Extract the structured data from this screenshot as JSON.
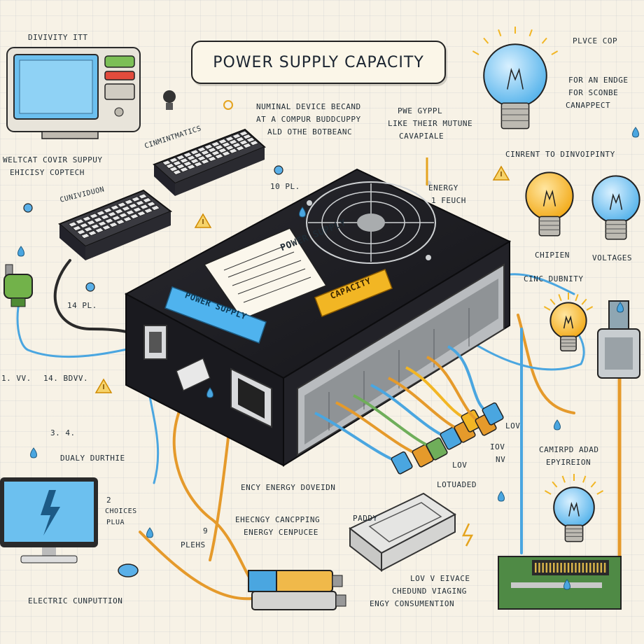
{
  "title": "POWER SUPPLY CAPACITY",
  "psu": {
    "sticker_title": "POWER SUPPLY",
    "blue_label": "POWER SUPPLY",
    "yellow_label": "CAPACITY"
  },
  "labels": {
    "monitor_top": "DIVIVITY ITT",
    "description1": [
      "NUMINAL DEVICE BECAND",
      "AT A COMPUR BUDDCUPPY",
      "ALD OTHE BOTBEANC"
    ],
    "description2": [
      "PWE GYPPL",
      "LIKE THEIR MUTUNE",
      "CAVAPIALE"
    ],
    "keyboard_top": "CINMINTMATICS",
    "keyboard_left": "CUNIVIDUON",
    "left_note": [
      "WELTCAT COVIR SUPPUY",
      "EHICISY COPTECH"
    ],
    "right_top": [
      "PLVCE COP",
      "FOR AN ENDGE",
      "FOR SCONBE",
      "CANAPPECT"
    ],
    "current": "CINRENT TO DINVOIPINTY",
    "energy_label": [
      "ENERGY",
      "1 FEUCH"
    ],
    "chipien": "CHIPIEN",
    "voltages": "VOLTAGES",
    "cine_density": "CINC DUBNITY",
    "ten_pl": "10 Pl.",
    "fourteen_pl": "14 Pl.",
    "v_left": "1. VV.",
    "bdov": "14. BDVV.",
    "three_v": "3. 4.",
    "dualy": "DUALY DURTHIE",
    "cinaptd": [
      "CAMIRPD ADAD",
      "EPYIREION"
    ],
    "lov_v": "LOV",
    "iov_v": "IOV",
    "low_v": "LOV",
    "nv": "NV",
    "lotuaded": "LOTUADED",
    "ency_energy": "ENCY ENERGY DOVEIDN",
    "ehecncy": [
      "EHECNGY CANCPPING",
      "ENERGY CENPUCEE"
    ],
    "paddy": "PADDY",
    "choices": [
      "2",
      "CHOICES",
      "PLUA"
    ],
    "plehs": "PLEHS",
    "nine": "9",
    "low_v_eivace": [
      "LOV V EIVACE",
      "CHEDUND VIAGING",
      "ENGY CONSUMENTION"
    ],
    "electric": "ELECTRIC CUNPUTTION"
  },
  "colors": {
    "background": "#f7f2e6",
    "psu_body": "#1d1d22",
    "label_blue": "#4fb3ee",
    "label_yellow": "#f2b624",
    "wire_blue": "#4aa6e0",
    "wire_orange": "#e59a2b",
    "bulb_blue": "#72c2f0",
    "bulb_yellow": "#f5b320",
    "connector_green": "#6fae5a"
  },
  "icons": [
    "monitor-icon",
    "keyboard-icon",
    "lightbulb-icon",
    "warning-icon",
    "power-plug-icon",
    "circuit-board-icon",
    "mouse-icon",
    "water-drop-icon",
    "lightning-icon"
  ]
}
